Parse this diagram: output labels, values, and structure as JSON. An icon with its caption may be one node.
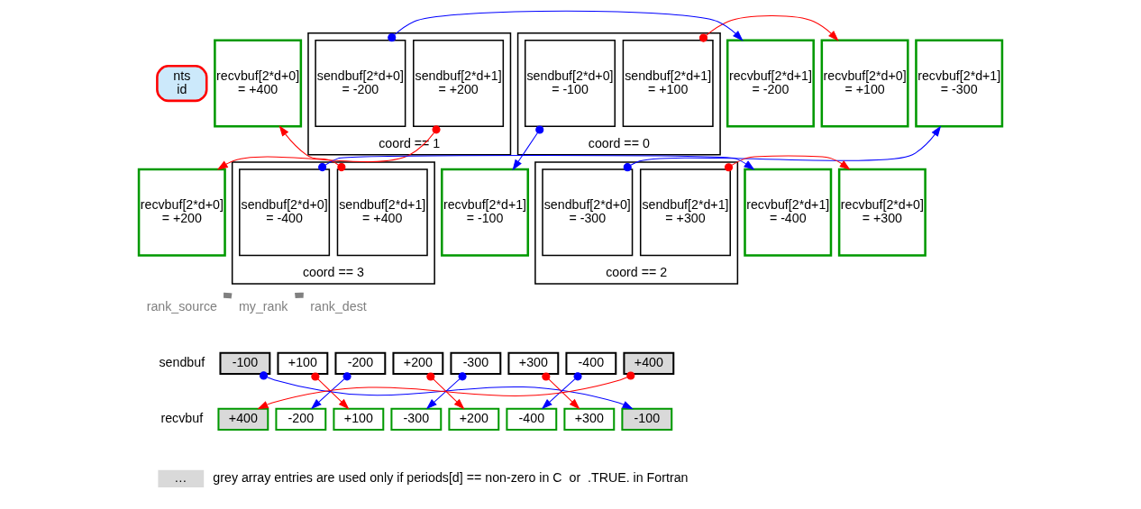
{
  "diagram": {
    "nodes": [
      {
        "text": [
          "nts",
          "id"
        ]
      },
      {
        "text": [
          "recvbuf[2*d+0] = +400"
        ]
      },
      {
        "text": [
          "coord == 0"
        ]
      },
      {
        "text": [
          "sendbuf[2*d+0] = -100"
        ],
        "in": 2
      },
      {
        "text": [
          "sendbuf[2*d+1] = +100"
        ],
        "in": 2
      },
      {
        "text": [
          "recvbuf[2*d+1] = -200"
        ]
      },
      {
        "text": [
          "recvbuf[2*d+0] = +100"
        ]
      },
      {
        "text": [
          "coord == 1"
        ]
      },
      {
        "text": [
          "sendbuf[2*d+0] = -200"
        ],
        "in": 7
      },
      {
        "text": [
          "sendbuf[2*d+1] = +200"
        ],
        "in": 7
      },
      {
        "text": [
          "recvbuf[2*d+1] = -300"
        ]
      },
      {
        "text": [
          "recvbuf[2*d+0] = +200"
        ]
      },
      {
        "text": [
          "coord == 2"
        ]
      },
      {
        "text": [
          "sendbuf[2*d+0] = -300"
        ],
        "in": 12
      },
      {
        "text": [
          "sendbuf[2*d+1] = +300"
        ],
        "in": 12
      },
      {
        "text": [
          "recvbuf[2*d+1] = -400"
        ]
      },
      {
        "text": [
          "recvbuf[2*d+0] = +300"
        ]
      },
      {
        "text": [
          "coord == 3"
        ]
      },
      {
        "text": [
          "sendbuf[2*d+0] = -400"
        ],
        "in": 17
      },
      {
        "text": [
          "sendbuf[2*d+1] = +400"
        ],
        "in": 17
      },
      {
        "text": [
          "recvbuf[2*d+1] = -100"
        ]
      },
      {
        "text": [
          "rank_source"
        ]
      },
      {
        "text": [
          "my_rank"
        ]
      },
      {
        "text": [
          "rank_dest"
        ]
      },
      {
        "text": [
          "-100"
        ]
      },
      {
        "text": [
          "+100"
        ]
      },
      {
        "text": [
          "+400"
        ]
      },
      {
        "text": [
          "-200"
        ]
      },
      {
        "text": [
          "-200"
        ]
      },
      {
        "text": [
          "+200"
        ]
      },
      {
        "text": [
          "+100"
        ]
      },
      {
        "text": [
          "-300"
        ]
      },
      {
        "text": [
          "-300"
        ]
      },
      {
        "text": [
          "+300"
        ]
      },
      {
        "text": [
          "+200"
        ]
      },
      {
        "text": [
          "-400"
        ]
      },
      {
        "text": [
          "-400"
        ]
      },
      {
        "text": [
          "+400"
        ]
      },
      {
        "text": [
          "+300"
        ]
      },
      {
        "text": [
          "-100"
        ]
      }
    ],
    "edges": [
      {
        "from": 3,
        "to": 20,
        "arrow": "to",
        "color": "#0000ff"
      },
      {
        "from": 8,
        "to": 5,
        "arrow": "to",
        "color": "#0000ff"
      },
      {
        "from": 13,
        "to": 10,
        "arrow": "to",
        "color": "#0000ff"
      },
      {
        "from": 18,
        "to": 15,
        "arrow": "to",
        "color": "#0000ff"
      },
      {
        "from": 4,
        "to": 6,
        "arrow": "to",
        "color": "#ff0000"
      },
      {
        "from": 9,
        "to": 11,
        "arrow": "to",
        "color": "#ff0000"
      },
      {
        "from": 14,
        "to": 16,
        "arrow": "to",
        "color": "#ff0000"
      },
      {
        "from": 19,
        "to": 1,
        "arrow": "to",
        "color": "#ff0000"
      },
      {
        "from": 21,
        "to": 22,
        "arrow": "none",
        "style": "thick",
        "color": "#808080"
      },
      {
        "from": 22,
        "to": 23,
        "arrow": "none",
        "style": "thick",
        "color": "#808080"
      },
      {
        "from": 24,
        "to": 39,
        "arrow": "to",
        "color": "#0000ff"
      },
      {
        "from": 28,
        "to": 27,
        "arrow": "to",
        "color": "#0000ff"
      },
      {
        "from": 32,
        "to": 31,
        "arrow": "to",
        "color": "#0000ff"
      },
      {
        "from": 36,
        "to": 35,
        "arrow": "to",
        "color": "#0000ff"
      },
      {
        "from": 25,
        "to": 30,
        "arrow": "to",
        "color": "#ff0000"
      },
      {
        "from": 29,
        "to": 34,
        "arrow": "to",
        "color": "#ff0000"
      },
      {
        "from": 33,
        "to": 38,
        "arrow": "to",
        "color": "#ff0000"
      },
      {
        "from": 37,
        "to": 26,
        "arrow": "to",
        "color": "#ff0000"
      }
    ],
    "labels": [
      "sendbuf",
      "recvbuf",
      "…"
    ],
    "legend": [
      {
        "text": "grey array entries are used only if periods[d] == non-zero in C  or  .TRUE. in Fortran",
        "color": "#d9d9d9"
      }
    ]
  }
}
